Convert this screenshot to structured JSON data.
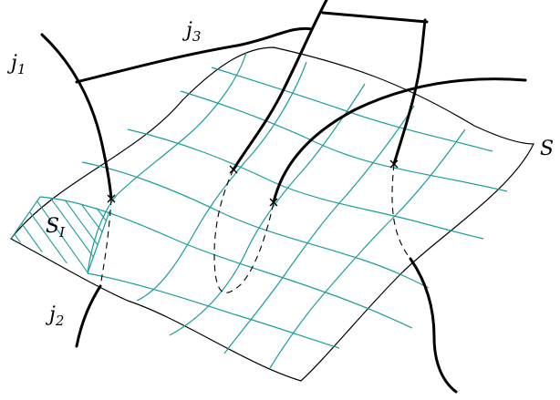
{
  "labels": {
    "j1": {
      "base": "j",
      "sub": "1"
    },
    "j2": {
      "base": "j",
      "sub": "2"
    },
    "j3": {
      "base": "j",
      "sub": "3"
    },
    "S": "S",
    "SI": {
      "base": "S",
      "sub": "I"
    }
  },
  "colors": {
    "grid": "#1a9e9a",
    "lines": "#000000"
  }
}
